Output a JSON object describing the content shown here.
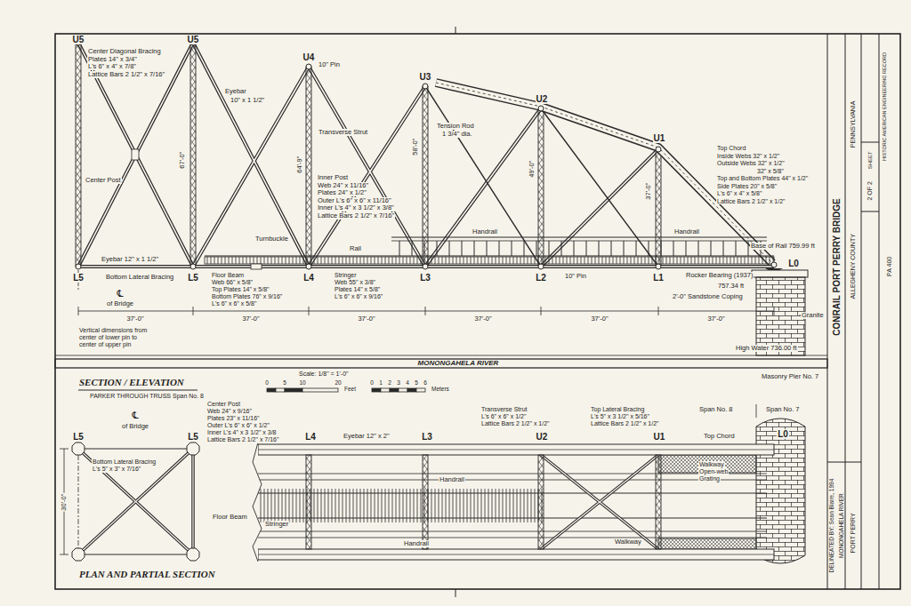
{
  "diagram": {
    "title": "CONRAIL PORT PERRY BRIDGE",
    "labels": [
      "U5",
      "U5",
      "U4",
      "U3",
      "U2",
      "U1",
      "Center Diagonal Bracing",
      "Plates 14\" x 3/4\"",
      "L's 6\" x 4\" x 7/8\"",
      "Lattice Bars 2 1/2\" x 7/16\"",
      "10\" Pin",
      "Eyebar",
      "10\" x 1 1/2\"",
      "Center Post",
      "67'-0\"",
      "Transverse Strut",
      "64'-9\"",
      "Inner Post",
      "Web 24\" x 11/16\"",
      "Plates 24\" x 1/2\"",
      "Outer L's 6\" x 6\" x 11/16\"",
      "Inner L's 4\" x 3 1/2\" x 3/8\"",
      "Lattice Bars 2 1/2\" x 7/16\"",
      "58'-0\"",
      "Tension Rod",
      "1 3/4\" dia.",
      "49'-0\"",
      "37'-0\"",
      "Top Chord",
      "Inside Webs 32\" x 1/2\"",
      "Outside Webs 32\" x 1/2\"",
      "32\" x 5/8\"",
      "Top and Bottom Plates 44\" x 1/2\"",
      "Side Plates 20\" x 5/8\"",
      "L's 6\" x 4\" x 5/8\"",
      "Lattice Bars 2 1/2\" x 1/2\"",
      "Turnbuckle",
      "Rail",
      "Handrail",
      "Handrail",
      "Base of Rail 759.99 ft",
      "Eyebar 12\" x 1 1/2\"",
      "Bottom Lateral Bracing",
      "Floor Beam",
      "Web 66\" x 5/8\"",
      "Top Plates 14\" x 5/8\"",
      "Bottom Plates 76\" x 9/16\"",
      "L's 6\" x 6\" x 5/8\"",
      "Stringer",
      "Web 55\" x 3/8\"",
      "Plates 14\" x 5/8\"",
      "L's 6\" x 6\" x 9/16\"",
      "10\" Pin",
      "Rocker Bearing (1937)",
      "757.34 ft",
      "2'-0\" Sandstone Coping",
      "Granite",
      "℄",
      "of Bridge",
      "37'-0\"",
      "37'-0\"",
      "37'-0\"",
      "37'-0\"",
      "37'-0\"",
      "37'-0\"",
      "Vertical dimensions from",
      "center of lower pin to",
      "center of upper pin",
      "High Water 736.00 ft",
      "MONONGAHELA RIVER",
      "SECTION / ELEVATION",
      "PARKER THROUGH TRUSS Span No. 8",
      "Scale: 1/8\" = 1'-0\"",
      "0",
      "5",
      "10",
      "20",
      "Feet",
      "0",
      "1",
      "2",
      "3",
      "4",
      "5",
      "6",
      "Meters",
      "Masonry Pier No. 7",
      "L5",
      "L5",
      "L4",
      "L3",
      "L2",
      "L1",
      "L0",
      "L5",
      "L5",
      "L4",
      "L3",
      "U2",
      "U1",
      "L0",
      "℄",
      "of Bridge",
      "Bottom Lateral Bracing",
      "L's 5\" x 3\" x 7/16\"",
      "Center Post",
      "Web 24\" x 9/16\"",
      "Plates 23\" x 11/16\"",
      "Outer L's 6\" x 6\" x 1/2\"",
      "Inner L's 4\" x 3 1/2\" x 3/8",
      "Lattice Bars 2 1/2\" x 7/16\"",
      "30'-0\"",
      "Floor Beam",
      "Stringer",
      "Eyebar 12\" x 2\"",
      "Transverse Strut",
      "L's 6\" x 6\" x 1/2\"",
      "Lattice Bars 2 1/2\" x 1/2\"",
      "Top Lateral Bracing",
      "L's 5\" x 3 1/2\" x 5/16\"",
      "Lattice Bars 2 1/2\" x 1/2\"",
      "Span No. 8",
      "Span No. 7",
      "Top Chord",
      "Handrail",
      "Walkway",
      "Open-web",
      "Grating",
      "Handrail",
      "Walkway",
      "PLAN AND PARTIAL SECTION",
      "ALLEGHENY COUNTY",
      "PENNSYLVANIA",
      "PORT PERRY",
      "DELINEATED BY: Sean Blaire, 1994",
      "MONONGAHELA RIVER",
      "HISTORIC AMERICAN ENGINEERING RECORD",
      "PA 400",
      "SHEET",
      "2 OF 2"
    ]
  }
}
